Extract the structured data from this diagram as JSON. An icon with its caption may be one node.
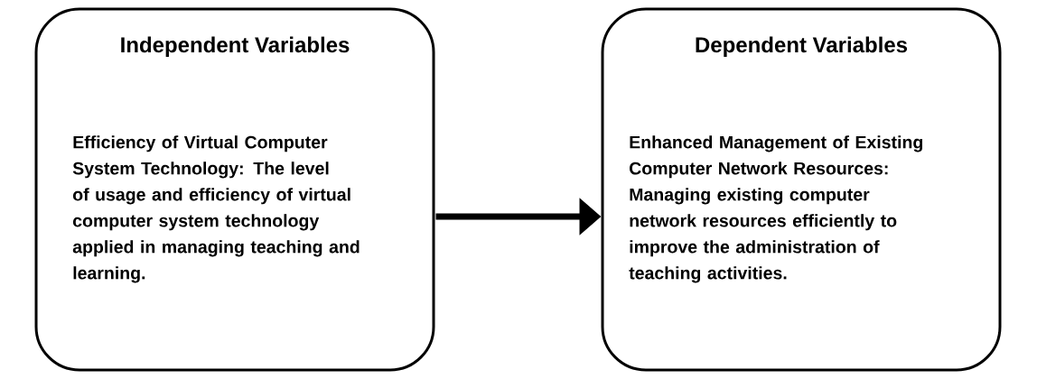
{
  "diagram": {
    "nodes": [
      {
        "text": [
          "Independent Variables",
          "Efficiency of Virtual Computer System Technology: The level of usage and efficiency of virtual computer system technology applied in managing teaching and learning."
        ]
      },
      {
        "text": [
          "Dependent Variables",
          "Enhanced Management of Existing Computer Network Resources: Managing existing computer network resources efficiently to improve the administration of teaching activities."
        ]
      }
    ],
    "edges": [
      {
        "from": 0,
        "to": 1,
        "arrow": "to"
      }
    ]
  }
}
